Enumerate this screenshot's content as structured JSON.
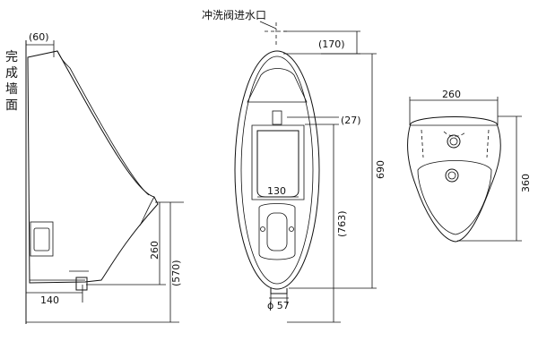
{
  "labels": {
    "finished_wall": [
      "完",
      "成",
      "墙",
      "面"
    ],
    "flush_valve_inlet": "冲洗阀进水口"
  },
  "dimensions": {
    "side_top_offset": "(60)",
    "side_height_260": "260",
    "side_height_570": "(570)",
    "side_depth_140": "140",
    "front_top_170": "(170)",
    "front_offset_27": "(27)",
    "front_height_690": "690",
    "front_height_763": "(763)",
    "front_width_130": "130",
    "front_outlet_57": "ϕ 57",
    "top_width_260": "260",
    "top_depth_360": "360"
  },
  "colors": {
    "line": "#111111",
    "background": "#ffffff"
  }
}
